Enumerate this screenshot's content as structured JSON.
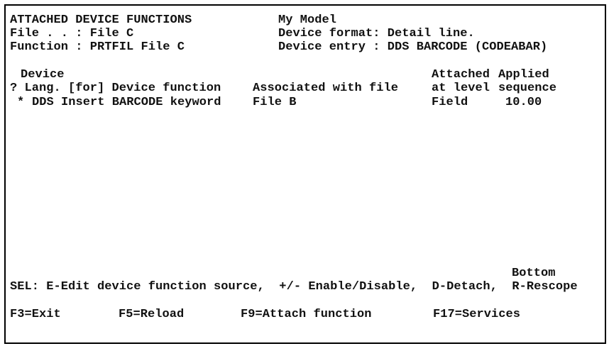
{
  "colors": {
    "background": "#ffffff",
    "text": "#111111",
    "border": "#000000"
  },
  "header": {
    "title": "ATTACHED DEVICE FUNCTIONS",
    "model": "My Model",
    "file_line": "File . . : File C",
    "device_format_line": "Device format: Detail line.",
    "function_line": "Function : PRTFIL File C",
    "device_entry_line": "Device entry : DDS BARCODE (CODEABAR)"
  },
  "table": {
    "headers": {
      "device": "Device",
      "lang_function": "? Lang. [for] Device function",
      "associated": "Associated with file",
      "attached_line1": "Attached",
      "attached_line2": "at level",
      "applied_line1": "Applied",
      "applied_line2": "sequence"
    },
    "rows": [
      {
        "sel": "*",
        "function": "DDS Insert BARCODE keyword",
        "associated_file": "File B",
        "attached_at_level": "Field",
        "applied_sequence": "10.00"
      }
    ]
  },
  "footer": {
    "position_indicator": "Bottom",
    "sel_options": "SEL: E-Edit device function source,  +/- Enable/Disable,  D-Detach,  R-Rescope",
    "fkeys": [
      {
        "label": "F3=Exit"
      },
      {
        "label": "F5=Reload"
      },
      {
        "label": "F9=Attach function"
      },
      {
        "label": "F17=Services"
      }
    ]
  }
}
